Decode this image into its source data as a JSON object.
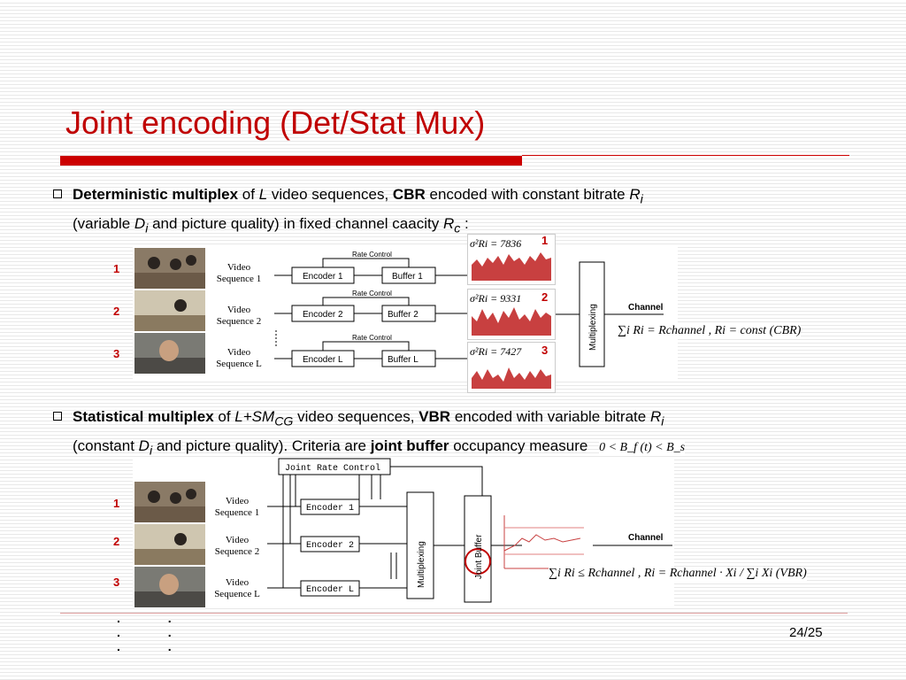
{
  "slide": {
    "title": "Joint encoding (Det/Stat Mux)",
    "page": "24/25"
  },
  "bullet1": {
    "strong1": "Deterministic multiplex",
    "t1": " of ",
    "L": "L",
    "t2": " video sequences, ",
    "cbr": "CBR",
    "t3": " encoded with constant bitrate ",
    "R": "R",
    "sub_i": "i",
    "line2_a": "(variable ",
    "D": "D",
    "line2_b": " and picture quality) in fixed channel caacity ",
    "Rc": "R",
    "sub_c": "c",
    "line2_c": " :"
  },
  "bullet2": {
    "strong1": "Statistical multiplex",
    "t1": " of ",
    "Lsm": "L+SM",
    "sub_cg": "CG",
    "t2": " video sequences, ",
    "vbr": "VBR",
    "t3": " encoded with variable bitrate ",
    "R": "R",
    "sub_i": "i",
    "line2_a": "(constant ",
    "D": "D",
    "line2_b": " and picture quality). Criteria are ",
    "jb": "joint buffer",
    "line2_c": " occupancy measure",
    "formula": "0 < B_f (t) < B_s"
  },
  "diagram1": {
    "numbers": [
      "1",
      "2",
      "3"
    ],
    "video_labels": [
      "Video Sequence 1",
      "Video Sequence 2",
      "Video Sequence L"
    ],
    "encoders": [
      "Encoder 1",
      "Encoder 2",
      "Encoder L"
    ],
    "buffers": [
      "Buffer 1",
      "Buffer 2",
      "Buffer L"
    ],
    "rate_control": "Rate Control",
    "mux": "Multiplexing",
    "channel": "Channel",
    "graphs": [
      {
        "label": "σ²Ri = 7836",
        "num": "1"
      },
      {
        "label": "σ²Ri = 9331",
        "num": "2"
      },
      {
        "label": "σ²Ri = 7427",
        "num": "3"
      }
    ],
    "formula": "∑i Ri = Rchannel ,  Ri = const    (CBR)"
  },
  "diagram2": {
    "numbers": [
      "1",
      "2",
      "3"
    ],
    "video_labels": [
      "Video Sequence 1",
      "Video Sequence 2",
      "Video Sequence L"
    ],
    "encoders": [
      "Encoder 1",
      "Encoder 2",
      "Encoder L"
    ],
    "joint_rate_control": "Joint Rate Control",
    "mux": "Multiplexing",
    "joint_buffer": "Joint Buffer",
    "channel": "Channel",
    "formula": "∑i Ri ≤ Rchannel ,  Ri = Rchannel · Xi / ∑i Xi    (VBR)"
  },
  "dots": [
    ". .",
    ". .",
    ". ."
  ]
}
